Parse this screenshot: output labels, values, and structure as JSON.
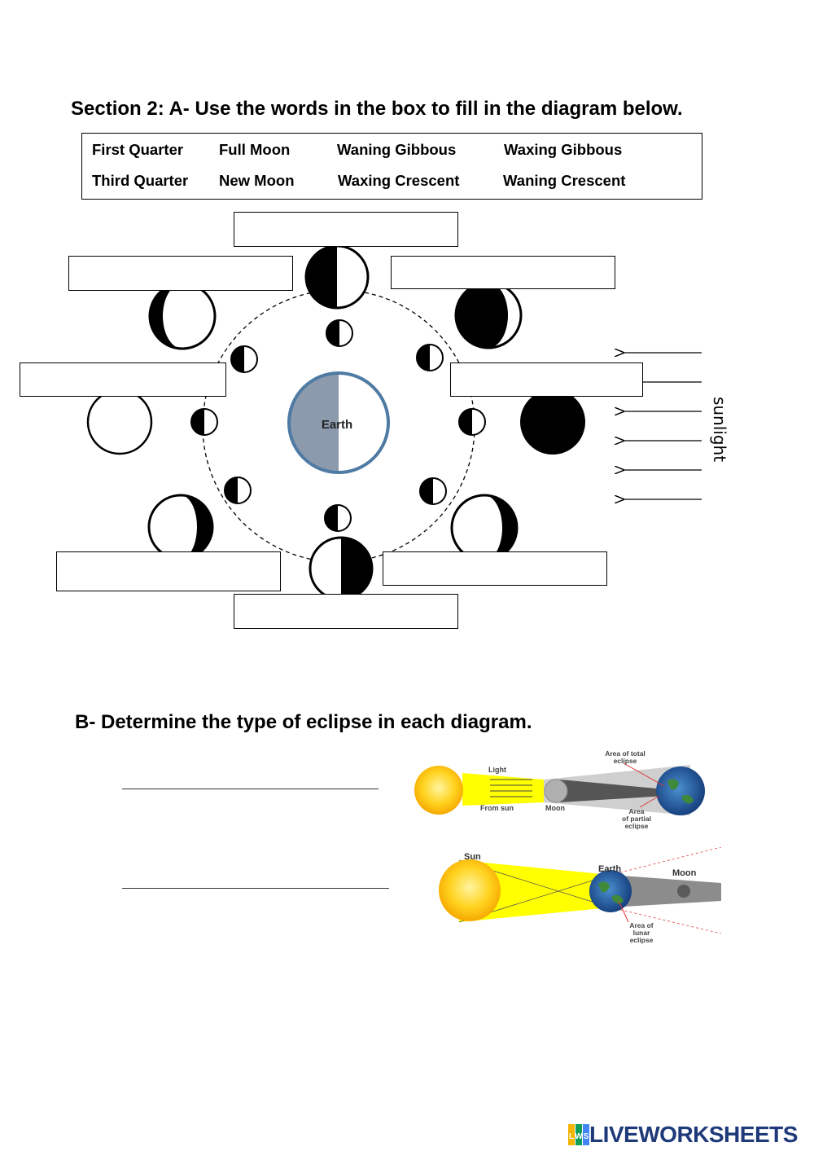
{
  "section_a": {
    "title": "Section 2: A- Use the words in the box to fill in the diagram below.",
    "word_bank": [
      "First Quarter",
      "Full Moon",
      "Waning Gibbous",
      "Waxing Gibbous",
      "Third Quarter",
      "New Moon",
      "Waxing Crescent",
      "Waning Crescent"
    ],
    "earth_label": "Earth",
    "sunlight_label": "sunlight"
  },
  "section_b": {
    "title": "B- Determine the type of eclipse in each diagram.",
    "solar_diagram": {
      "light": "Light",
      "from_sun": "From sun",
      "moon": "Moon",
      "area_total_1": "Area of total",
      "area_total_2": "eclipse",
      "area_partial_1": "Area",
      "area_partial_2": "of partial",
      "area_partial_3": "eclipse"
    },
    "lunar_diagram": {
      "sun": "Sun",
      "earth": "Earth",
      "moon": "Moon",
      "area_1": "Area of",
      "area_2": "lunar",
      "area_3": "eclipse"
    }
  },
  "footer": {
    "logo_text": "LIVEWORKSHEETS",
    "logo_letters": [
      "L",
      "W",
      "S"
    ]
  }
}
